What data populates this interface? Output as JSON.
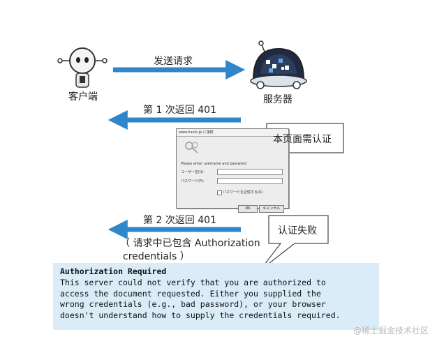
{
  "client_label": "客户端",
  "server_label": "服务器",
  "step_request": "发送请求",
  "step_first_401": "第 1 次返回 401",
  "step_second_401": "第 2 次返回 401",
  "note_line1": "（ 请求中已包含 Authorization",
  "note_line2": "credentials ）",
  "callout_page_auth": "本页面需认证",
  "callout_auth_fail": "认证失败",
  "dialog": {
    "title": "www.hackr.jp に接続",
    "prompt": "Please enter username and password",
    "username_label": "ユーザー名(U):",
    "username_value": "",
    "password_label": "パスワード(P):",
    "remember_label": "パスワードを記憶する(R)",
    "ok_label": "OK",
    "cancel_label": "キャンセル"
  },
  "error": {
    "title": "Authorization Required",
    "lines": [
      "This server could not verify that you are authorized to",
      "access the document requested. Either you supplied the",
      "wrong credentials (e.g., bad password), or your browser",
      "doesn't understand how to supply the credentials required."
    ]
  },
  "watermark": "@稀土掘金技术社区",
  "colors": {
    "arrow": "#2f86c8",
    "error_bg": "#d9ecf7"
  }
}
